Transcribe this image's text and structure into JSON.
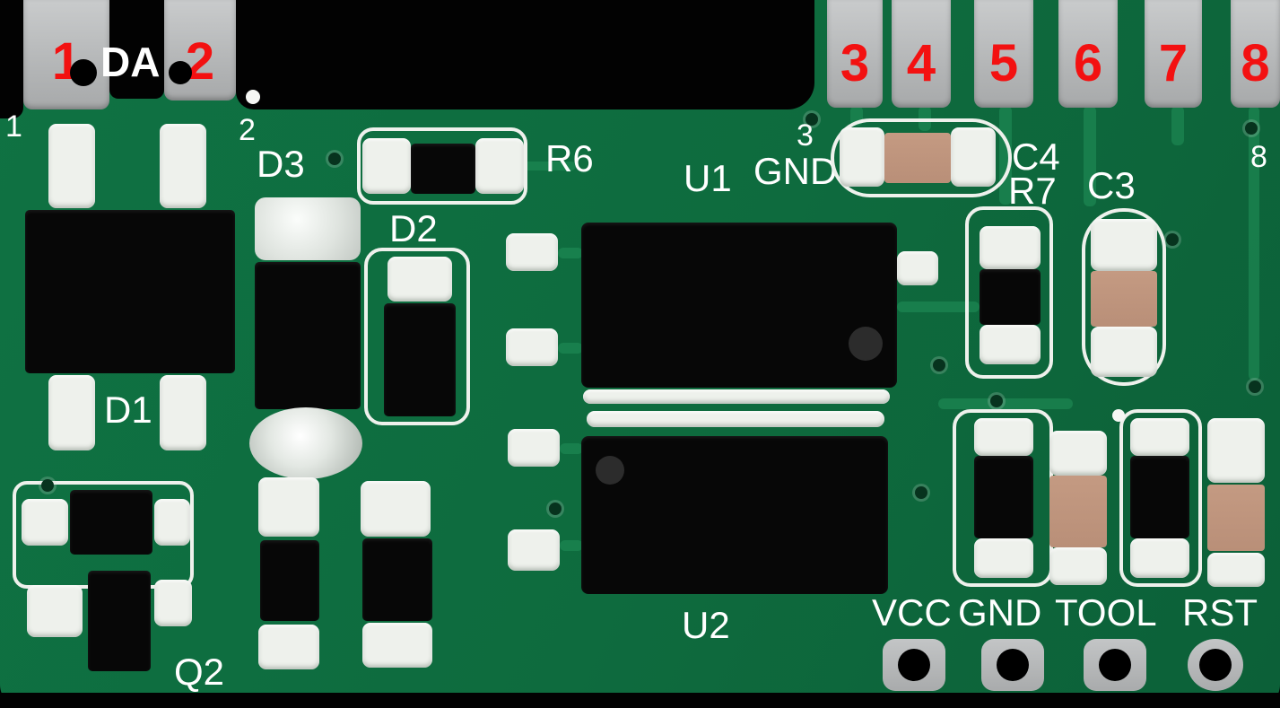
{
  "red_pin_numbers": [
    "1",
    "2",
    "3",
    "4",
    "5",
    "6",
    "7",
    "8"
  ],
  "white_pin_numbers": {
    "pin1": "1",
    "pin2": "2",
    "pin3": "3",
    "pin8": "8"
  },
  "component_labels": {
    "da": "DA",
    "d1": "D1",
    "d2": "D2",
    "d3": "D3",
    "q2": "Q2",
    "r6": "R6",
    "r7": "R7",
    "u1": "U1",
    "u1_gnd": "GND",
    "u2": "U2",
    "c3": "C3",
    "c4": "C4"
  },
  "programming_pads": [
    "VCC",
    "GND",
    "TOOL",
    "RST"
  ],
  "colors": {
    "pcb_green": "#0f7243",
    "trace_green": "#1f8b54",
    "pad_gray": "#b8babb",
    "silk_white": "#eef1ec",
    "component_black": "#070707",
    "capacitor_tan": "#c49a82",
    "annotation_red": "#f31111",
    "annotation_white": "#ffffff"
  }
}
